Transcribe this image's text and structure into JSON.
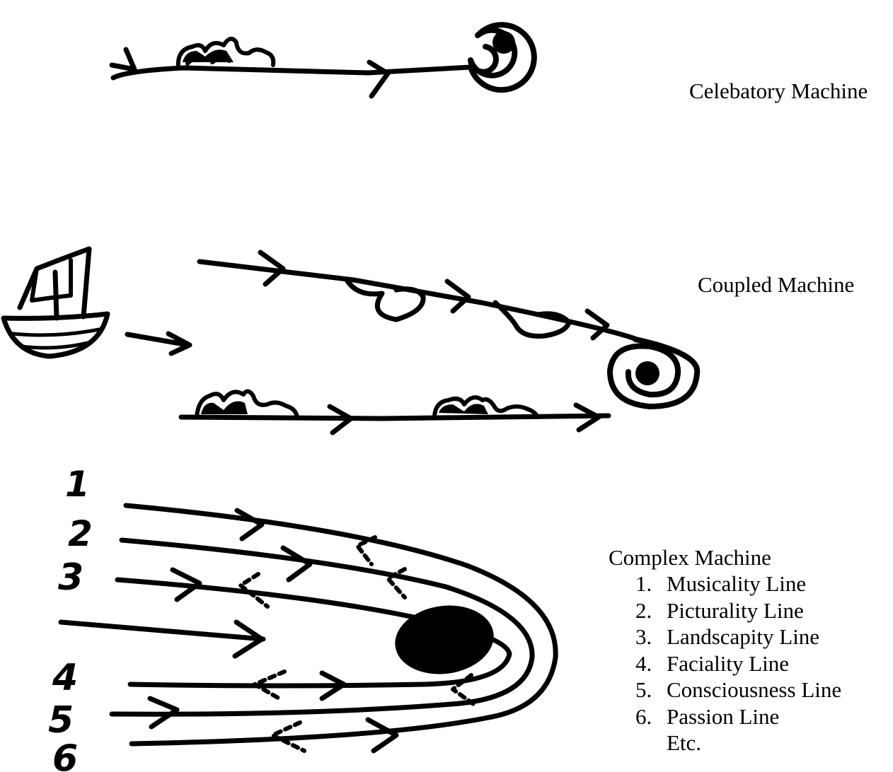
{
  "diagrams": {
    "celibatory": {
      "label": "Celebatory Machine"
    },
    "coupled": {
      "label": "Coupled Machine"
    },
    "complex": {
      "title": "Complex Machine",
      "lines": [
        {
          "number": "1.",
          "name": "Musicality Line"
        },
        {
          "number": "2.",
          "name": "Picturality Line"
        },
        {
          "number": "3.",
          "name": "Landscapity Line"
        },
        {
          "number": "4.",
          "name": "Faciality Line"
        },
        {
          "number": "5.",
          "name": "Consciousness Line"
        },
        {
          "number": "6.",
          "name": "Passion Line"
        }
      ],
      "etc": "Etc.",
      "handwritten_numbers": [
        "1",
        "2",
        "3",
        "4",
        "5",
        "6"
      ]
    }
  },
  "colors": {
    "ink": "#000000",
    "paper": "#ffffff"
  }
}
